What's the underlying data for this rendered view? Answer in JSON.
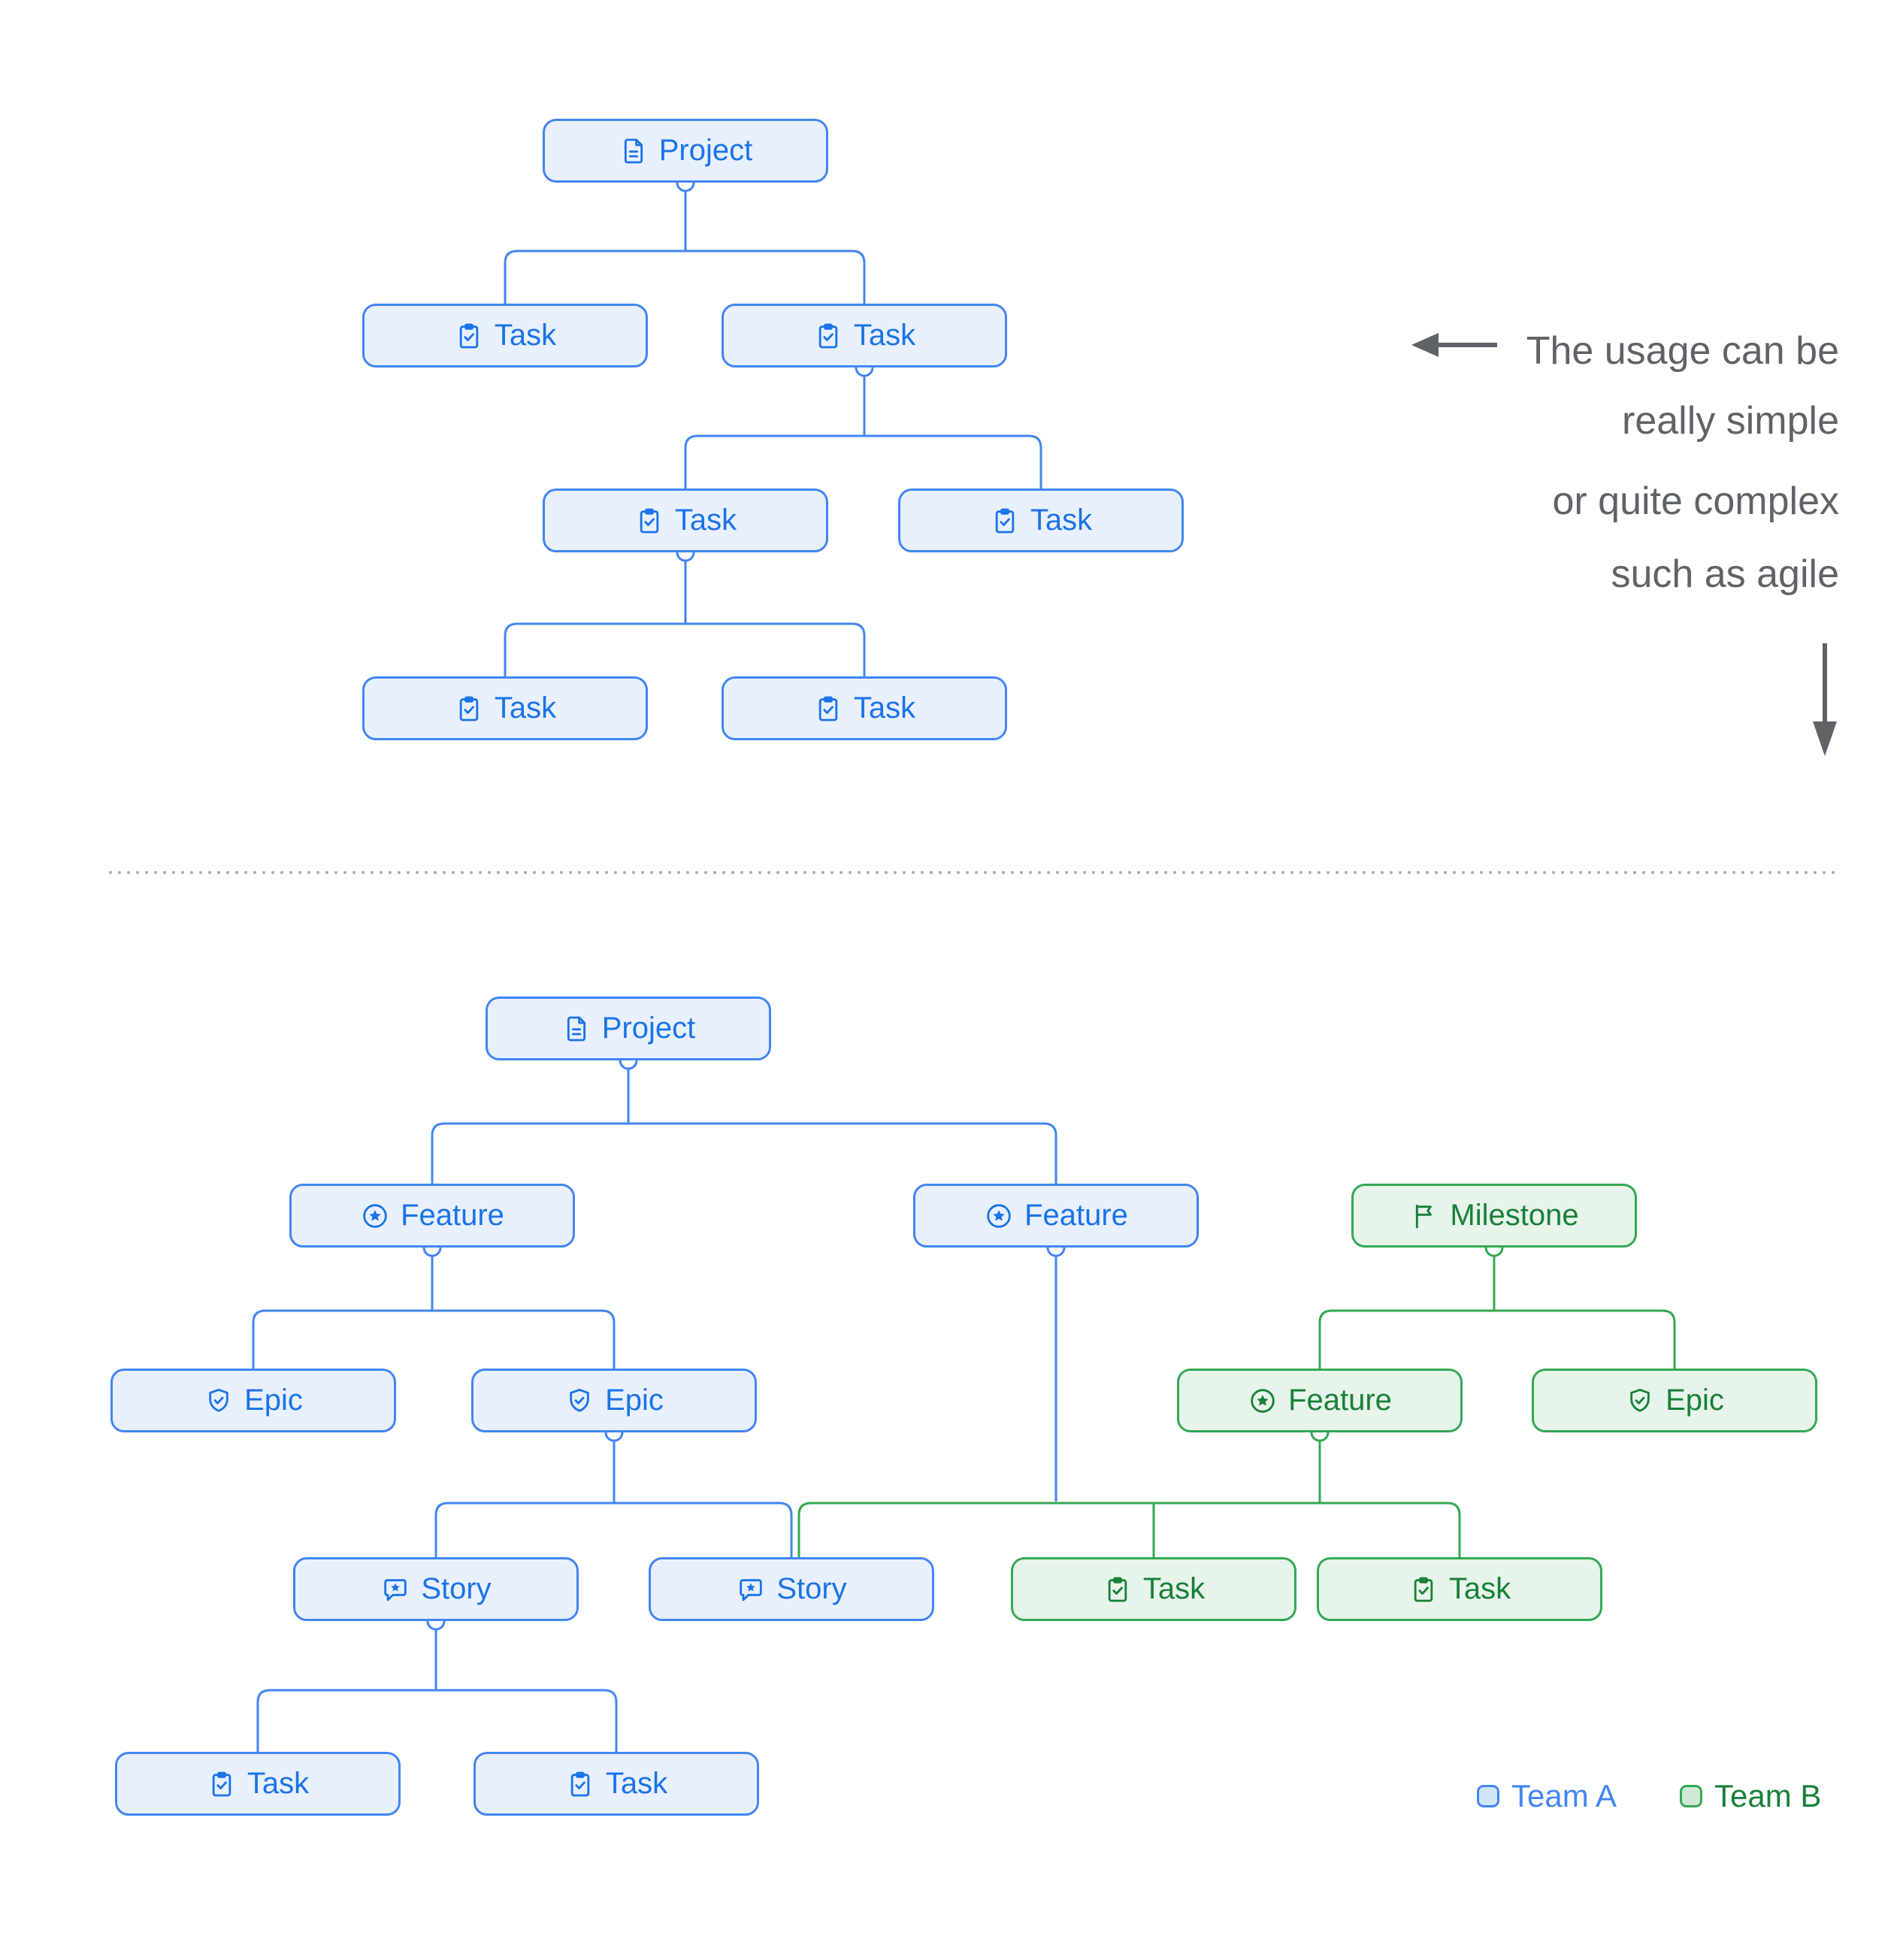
{
  "tree_simple": {
    "nodes": [
      {
        "label": "Project",
        "type": "project",
        "team": "A"
      },
      {
        "label": "Task",
        "type": "task",
        "team": "A"
      },
      {
        "label": "Task",
        "type": "task",
        "team": "A"
      },
      {
        "label": "Task",
        "type": "task",
        "team": "A"
      },
      {
        "label": "Task",
        "type": "task",
        "team": "A"
      },
      {
        "label": "Task",
        "type": "task",
        "team": "A"
      },
      {
        "label": "Task",
        "type": "task",
        "team": "A"
      }
    ]
  },
  "tree_complex": {
    "nodes": [
      {
        "label": "Project",
        "type": "project",
        "team": "A"
      },
      {
        "label": "Feature",
        "type": "feature",
        "team": "A"
      },
      {
        "label": "Feature",
        "type": "feature",
        "team": "A"
      },
      {
        "label": "Milestone",
        "type": "milestone",
        "team": "B"
      },
      {
        "label": "Epic",
        "type": "epic",
        "team": "A"
      },
      {
        "label": "Epic",
        "type": "epic",
        "team": "A"
      },
      {
        "label": "Feature",
        "type": "feature",
        "team": "B"
      },
      {
        "label": "Epic",
        "type": "epic",
        "team": "B"
      },
      {
        "label": "Story",
        "type": "story",
        "team": "A"
      },
      {
        "label": "Story",
        "type": "story",
        "team": "A"
      },
      {
        "label": "Task",
        "type": "task",
        "team": "B"
      },
      {
        "label": "Task",
        "type": "task",
        "team": "B"
      },
      {
        "label": "Task",
        "type": "task",
        "team": "A"
      },
      {
        "label": "Task",
        "type": "task",
        "team": "A"
      }
    ]
  },
  "annotation": {
    "lines": [
      "The usage can be",
      "really simple",
      "or quite complex",
      "such as agile"
    ]
  },
  "legend": {
    "items": [
      {
        "label": "Team A",
        "color": "#4285f4",
        "fill": "#d2e3fc"
      },
      {
        "label": "Team B",
        "color": "#188038",
        "fill": "#ceead6"
      }
    ]
  },
  "colors": {
    "team_a_border": "#4285f4",
    "team_a_fill": "#e8f0fe",
    "team_a_text": "#1a73e8",
    "team_b_border": "#34a853",
    "team_b_fill": "#e6f4ea",
    "team_b_text": "#188038",
    "annotation_text": "#5f6368",
    "divider": "#a9acb0"
  }
}
